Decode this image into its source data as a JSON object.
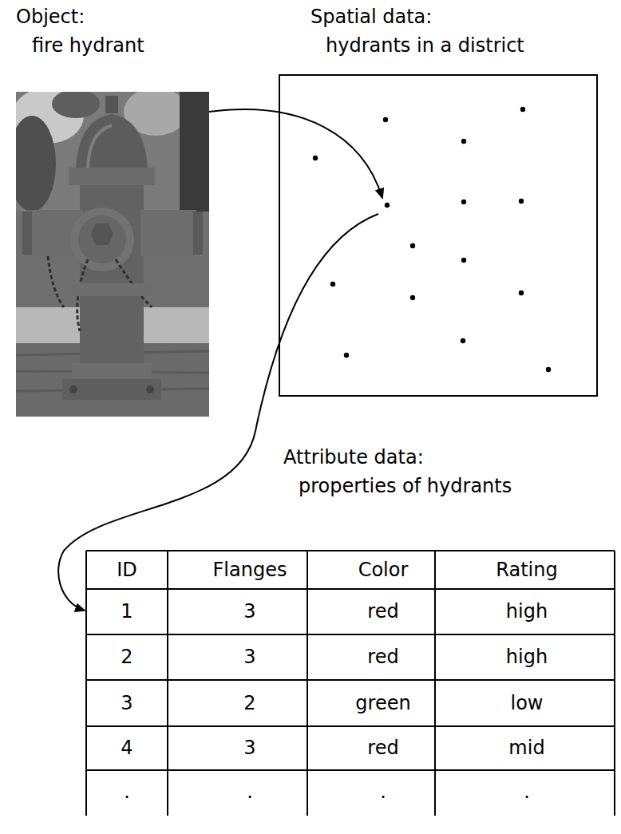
{
  "diagram": {
    "nodes": [
      {
        "text": [
          "Object:",
          "fire hydrant"
        ]
      },
      {
        "text": [
          "Spatial data:",
          "hydrants in a district"
        ]
      },
      {
        "text": [
          "Attribute data:",
          "properties of hydrants"
        ]
      }
    ],
    "edges": [
      {
        "from": 0,
        "to": 1,
        "arrow": "to"
      },
      {
        "from": 1,
        "to": 2,
        "arrow": "to"
      }
    ],
    "labels": [
      "ID",
      "Flanges",
      "Color",
      "Rating",
      "1",
      "3",
      "red",
      "high",
      "2",
      "3",
      "red",
      "high",
      "3",
      "2",
      "green",
      "low",
      "4",
      "3",
      "red",
      "mid",
      ".",
      ".",
      ".",
      "."
    ]
  }
}
